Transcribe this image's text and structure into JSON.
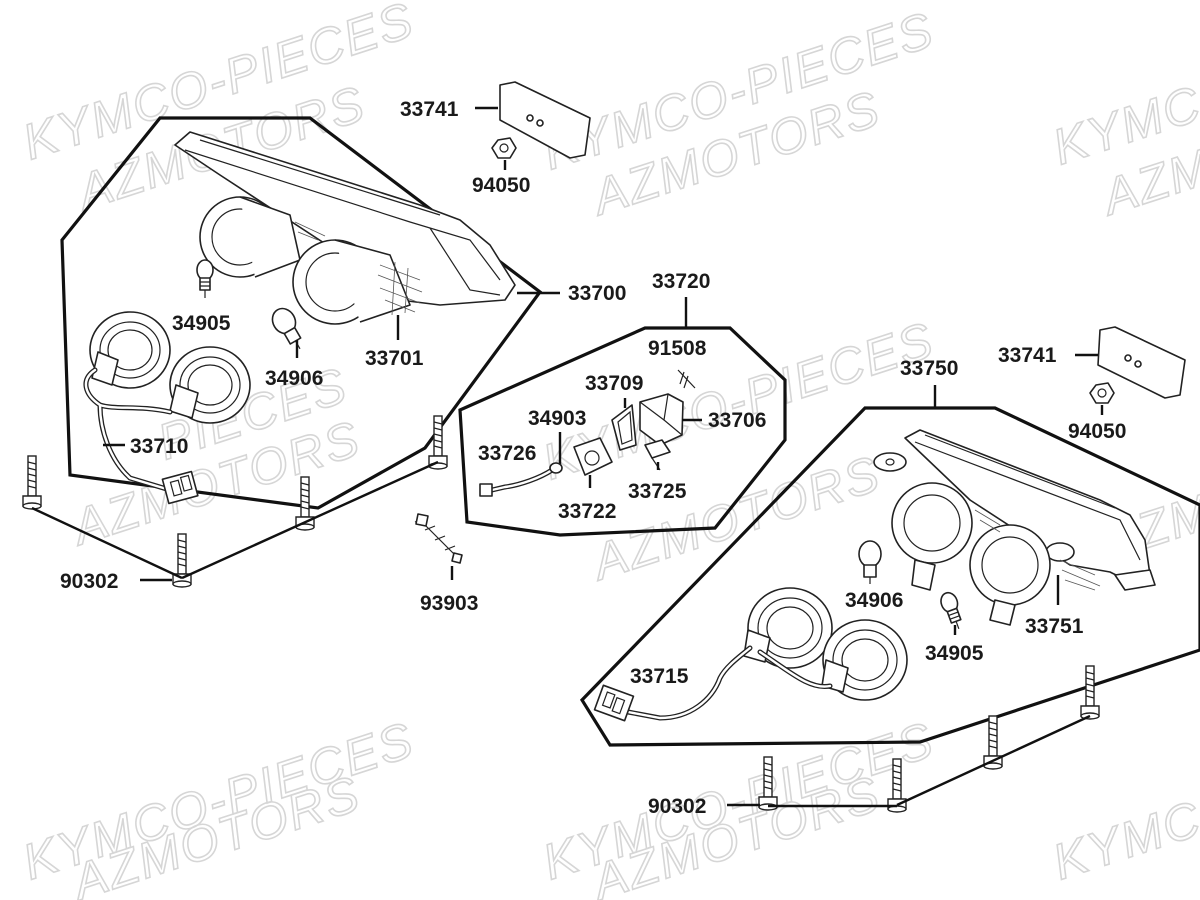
{
  "watermarks": [
    "KYMCO-PIECES",
    "AZMOTORS",
    "KYMCO-PIECES",
    "AZMOTORS",
    "KYMCO-",
    "AZMO",
    "PIECES",
    "AZMOTORS",
    "KYMCO-PIECES",
    "AZMOTORS",
    "KYMCO-PIECES",
    "AZMOTORS",
    "KYMCO-PIECES",
    "AZMOTORS",
    "KYMCO",
    "AZMOTORS"
  ],
  "labels": {
    "l33741a": "33741",
    "l94050a": "94050",
    "l33700": "33700",
    "l34905a": "34905",
    "l34906a": "34906",
    "l33701": "33701",
    "l33710": "33710",
    "l90302a": "90302",
    "l93903": "93903",
    "l33720": "33720",
    "l91508": "91508",
    "l33709": "33709",
    "l34903": "34903",
    "l33706": "33706",
    "l33726": "33726",
    "l33725": "33725",
    "l33722": "33722",
    "l33741b": "33741",
    "l94050b": "94050",
    "l33750": "33750",
    "l34906b": "34906",
    "l34905b": "34905",
    "l33751": "33751",
    "l33715": "33715",
    "l90302b": "90302"
  }
}
